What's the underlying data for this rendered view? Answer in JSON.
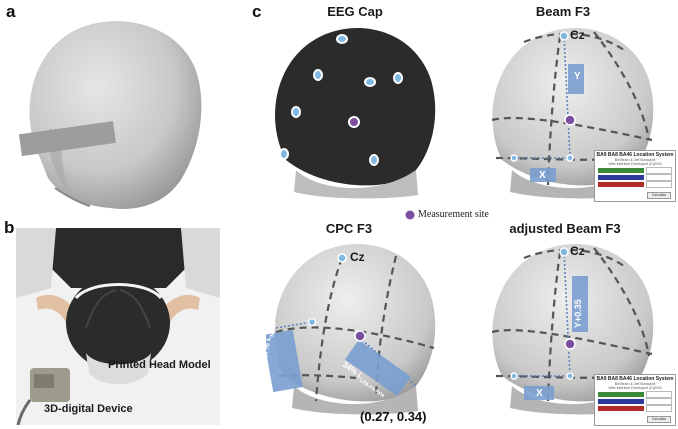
{
  "panels": {
    "a": {
      "letter": "a"
    },
    "b": {
      "letter": "b",
      "printed_head_model": "Printed Head Model",
      "device": "3D-digital Device"
    },
    "c": {
      "letter": "c",
      "eeg_cap": {
        "title": "EEG Cap"
      },
      "beam_f3": {
        "title": "Beam F3",
        "cz": "Cz",
        "y": "Y",
        "x": "X"
      },
      "cpc_f3": {
        "title": "CPC F3",
        "cz": "Cz",
        "pct_a": "27% L",
        "pct_a_sub": "NZ-Cz",
        "pct_b": "34% L",
        "pct_b_sub": "LPA-F3-RPA",
        "coords": "(0.27, 0.34)"
      },
      "adjusted_beam_f3": {
        "title": "adjusted Beam F3",
        "cz": "Cz",
        "y": "Y+0.35",
        "x": "X"
      },
      "legend": {
        "measurement_site": "Measurement site"
      }
    }
  },
  "inset": {
    "title": "BA9 BA8 BA46 Location System",
    "subtitle1": "Bill Beam & Jeff Borckardt",
    "subtitle2": "Web Interface Developed (C)2015",
    "button": "Calculate"
  },
  "colors": {
    "head_gray": "#cfcfcf",
    "cap_black": "#2b2b2b",
    "electrode_blue": "#7fb8e0",
    "measurement_purple": "#7b4fa0",
    "label_blue": "#7a9ed0"
  }
}
